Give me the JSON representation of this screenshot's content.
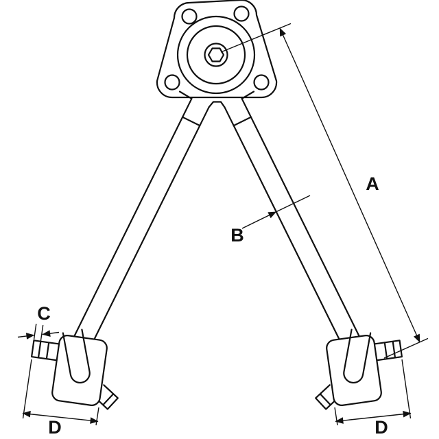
{
  "labels": {
    "dim_a": "A",
    "dim_b": "B",
    "dim_c": "C",
    "dim_d_left": "D",
    "dim_d_right": "D"
  },
  "colors": {
    "line": "#111111",
    "background": "#ffffff"
  }
}
